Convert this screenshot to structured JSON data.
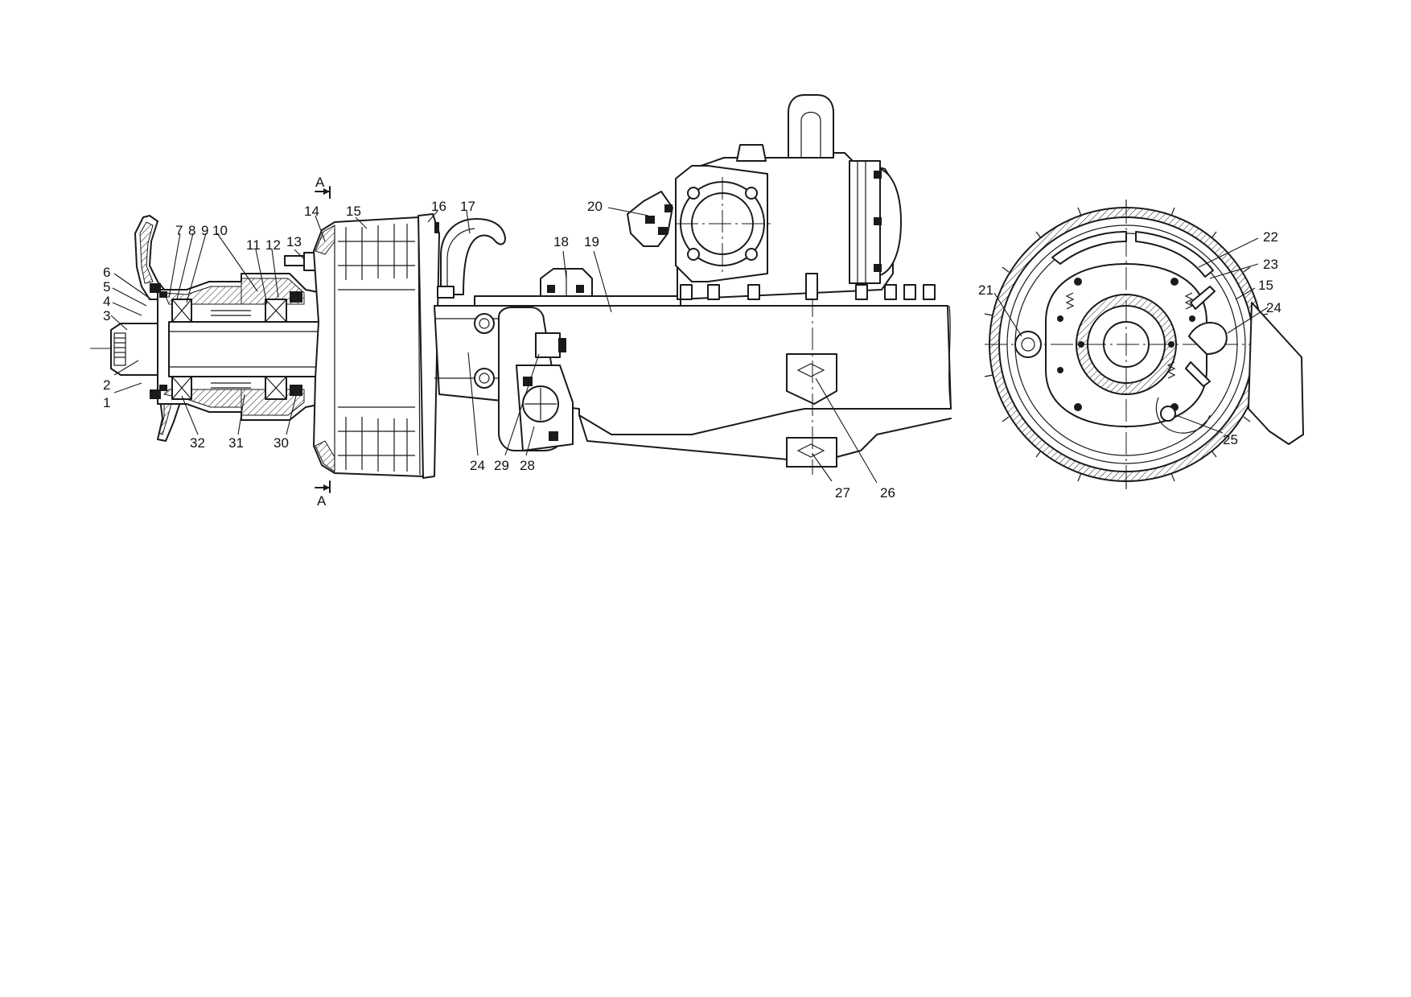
{
  "figure": {
    "section_mark": "A",
    "callouts": [
      {
        "id": "c1",
        "text": "1"
      },
      {
        "id": "c2",
        "text": "2"
      },
      {
        "id": "c3",
        "text": "3"
      },
      {
        "id": "c4",
        "text": "4"
      },
      {
        "id": "c5",
        "text": "5"
      },
      {
        "id": "c6",
        "text": "6"
      },
      {
        "id": "c7",
        "text": "7"
      },
      {
        "id": "c8",
        "text": "8"
      },
      {
        "id": "c9",
        "text": "9"
      },
      {
        "id": "c10",
        "text": "10"
      },
      {
        "id": "c11",
        "text": "11"
      },
      {
        "id": "c12",
        "text": "12"
      },
      {
        "id": "c13",
        "text": "13"
      },
      {
        "id": "c14",
        "text": "14"
      },
      {
        "id": "c15",
        "text": "15"
      },
      {
        "id": "c16",
        "text": "16"
      },
      {
        "id": "c17",
        "text": "17"
      },
      {
        "id": "c18",
        "text": "18"
      },
      {
        "id": "c19",
        "text": "19"
      },
      {
        "id": "c20",
        "text": "20"
      },
      {
        "id": "c21",
        "text": "21"
      },
      {
        "id": "c22",
        "text": "22"
      },
      {
        "id": "c23",
        "text": "23"
      },
      {
        "id": "c15b",
        "text": "15"
      },
      {
        "id": "c24",
        "text": "24"
      },
      {
        "id": "c25",
        "text": "25"
      },
      {
        "id": "c26",
        "text": "26"
      },
      {
        "id": "c27",
        "text": "27"
      },
      {
        "id": "c28",
        "text": "28"
      },
      {
        "id": "c29",
        "text": "29"
      },
      {
        "id": "c24b",
        "text": "24"
      },
      {
        "id": "c30",
        "text": "30"
      },
      {
        "id": "c31",
        "text": "31"
      },
      {
        "id": "c32",
        "text": "32"
      }
    ]
  }
}
